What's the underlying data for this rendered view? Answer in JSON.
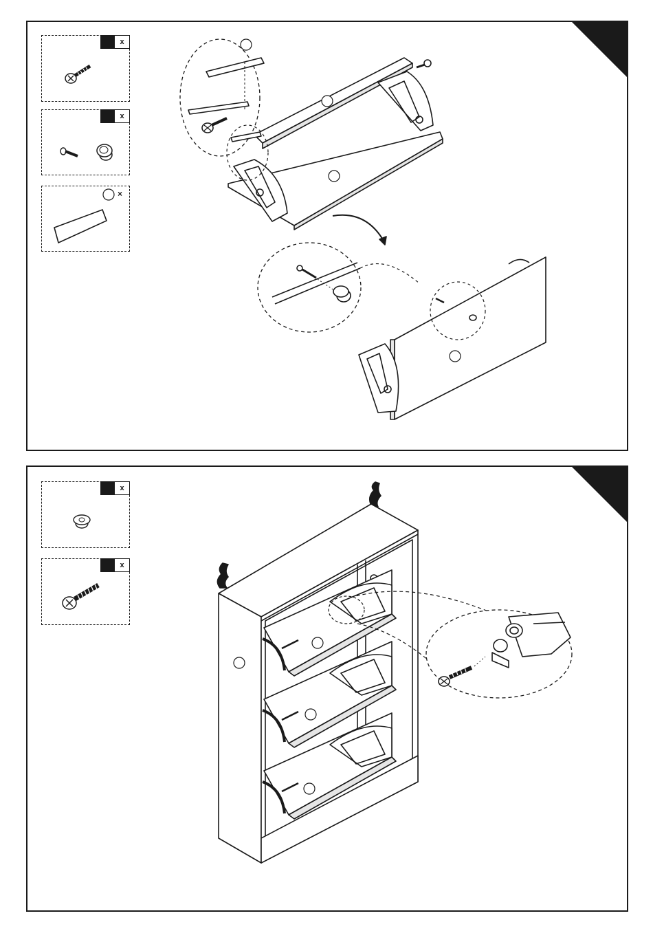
{
  "step1": {
    "hardware": [
      {
        "qty_mark": "x"
      },
      {
        "qty_mark": "x"
      },
      {
        "qty_mark": "×"
      }
    ]
  },
  "step2": {
    "hardware": [
      {
        "qty_mark": "x"
      },
      {
        "qty_mark": "x"
      }
    ]
  },
  "colors": {
    "ink": "#1a1a1a",
    "panel": "#ffffff",
    "shade": "#d8d8d8"
  }
}
